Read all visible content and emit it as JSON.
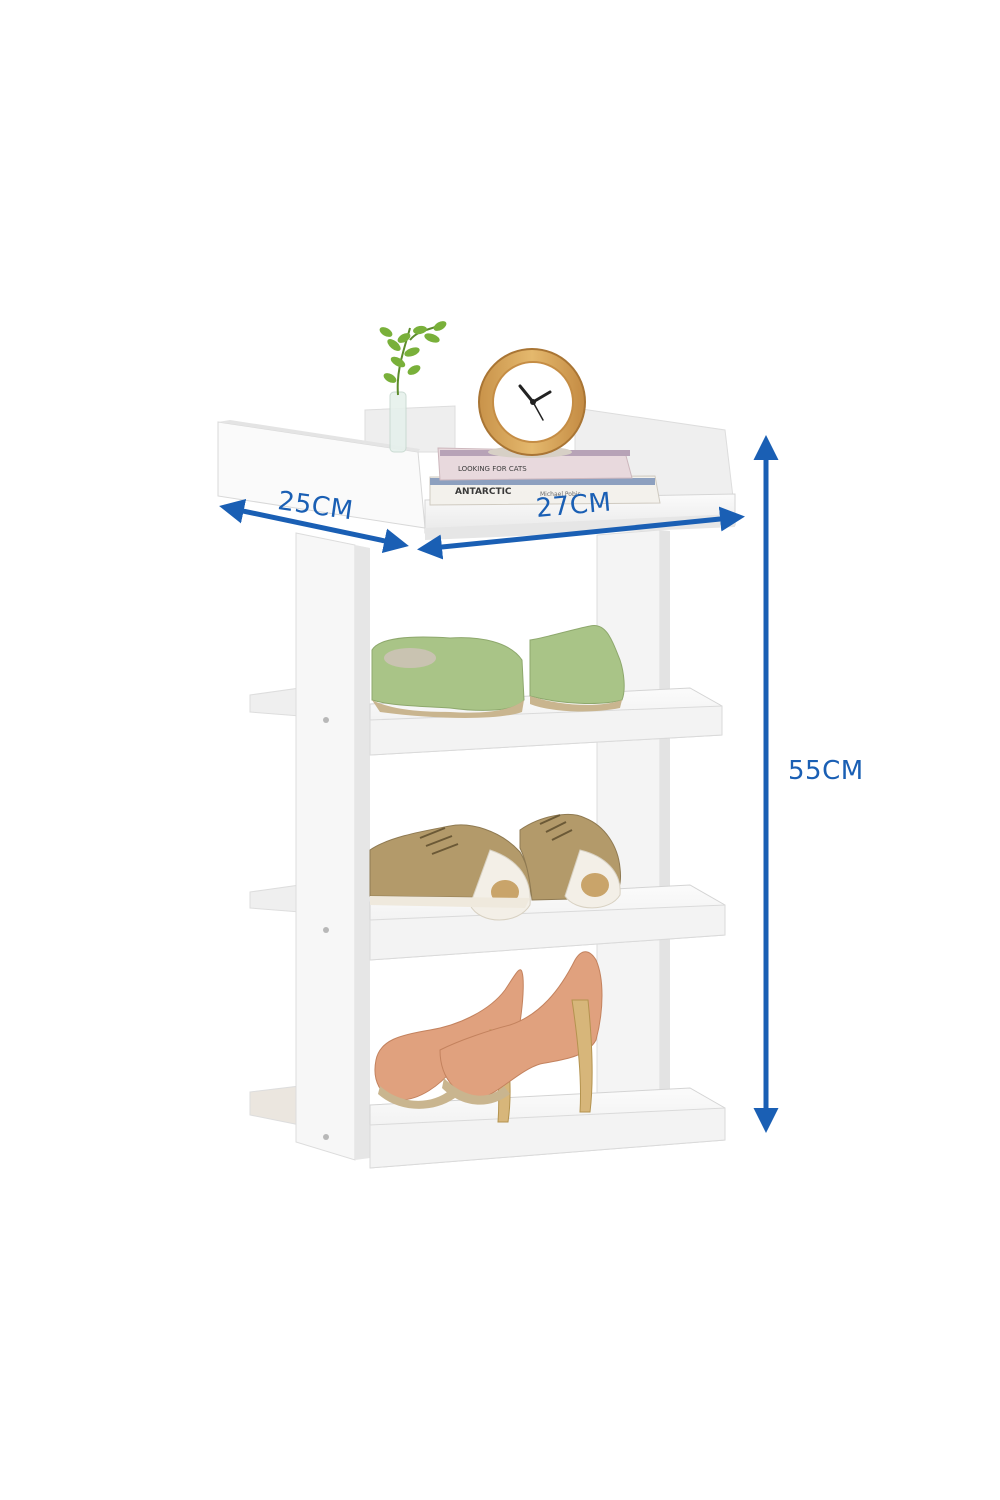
{
  "dimensions": {
    "depth": "25CM",
    "width": "27CM",
    "height": "55CM"
  },
  "book_titles": {
    "top_book": "LOOKING FOR CATS",
    "bottom_book": "ANTARCTIC",
    "bottom_book_author": "Michael Pobis"
  },
  "colors": {
    "arrow": "#1a5fb4",
    "rack": "#f6f6f6",
    "rack_shade": "#e2e2e2",
    "flat_shoes": "#a9c487",
    "sneakers": "#b39a6a",
    "heels": "#e0a17e",
    "heel_wood": "#d7b67a",
    "clock_wood": "#d9a95b"
  },
  "icons": [
    "clock-icon",
    "plant-icon",
    "dimension-arrow-icon"
  ]
}
